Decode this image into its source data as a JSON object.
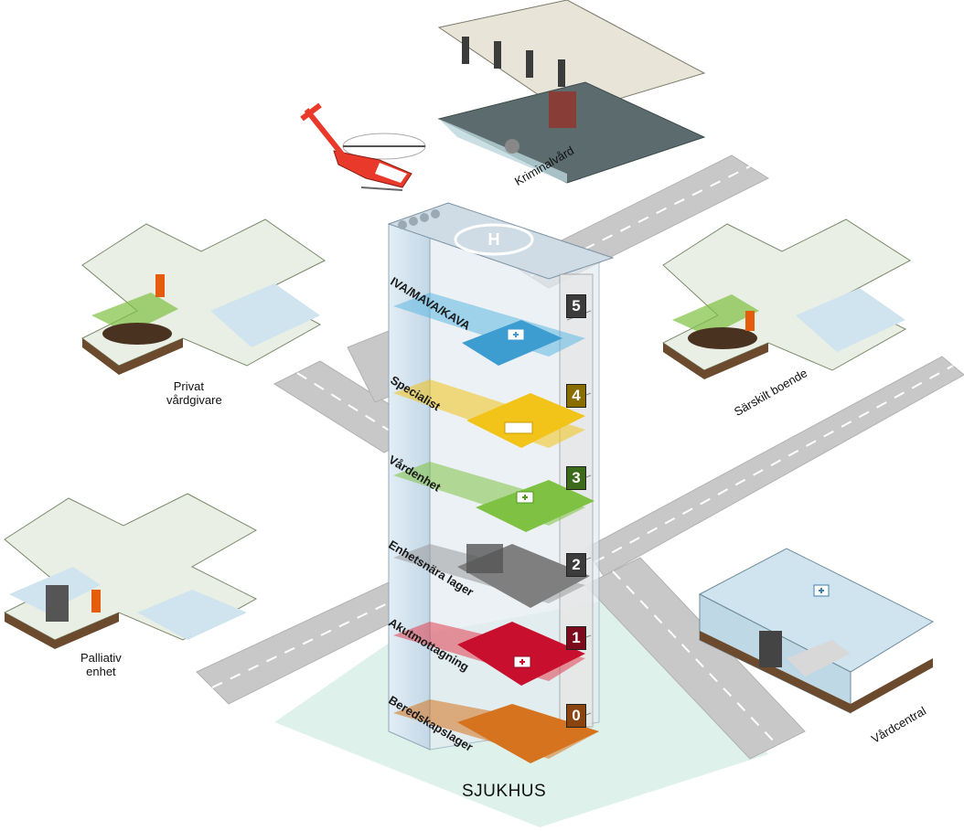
{
  "title": "SJUKHUS",
  "colors": {
    "floor5": "#5fb8e2",
    "floor4": "#f2c318",
    "floor3": "#7fc142",
    "floor2": "#7f7f7f",
    "floor1": "#c8102e",
    "floor0": "#d5731e",
    "road": "#c9c9c9",
    "ground": "#d9ede8",
    "glass": "#cfe2ee"
  },
  "floors": [
    {
      "number": "5",
      "label": "IVA/MAVA/KAVA",
      "color": "floor5"
    },
    {
      "number": "4",
      "label": "Specialist",
      "color": "floor4"
    },
    {
      "number": "3",
      "label": "Vårdenhet",
      "color": "floor3"
    },
    {
      "number": "2",
      "label": "Enhetsnära lager",
      "color": "floor2"
    },
    {
      "number": "1",
      "label": "Akutmottagning",
      "color": "floor1"
    },
    {
      "number": "0",
      "label": "Beredskapslager",
      "color": "floor0"
    }
  ],
  "sites": {
    "kriminalvard": "Kriminalvård",
    "privat_line1": "Privat",
    "privat_line2": "vårdgivare",
    "sarskilt": "Särskilt boende",
    "palliativ_line1": "Palliativ",
    "palliativ_line2": "enhet",
    "vardcentral": "Vårdcentral"
  },
  "icons": {
    "helicopter": "helicopter-icon",
    "helipad": "helipad-H-icon",
    "first_aid": "first-aid-cross-icon"
  }
}
